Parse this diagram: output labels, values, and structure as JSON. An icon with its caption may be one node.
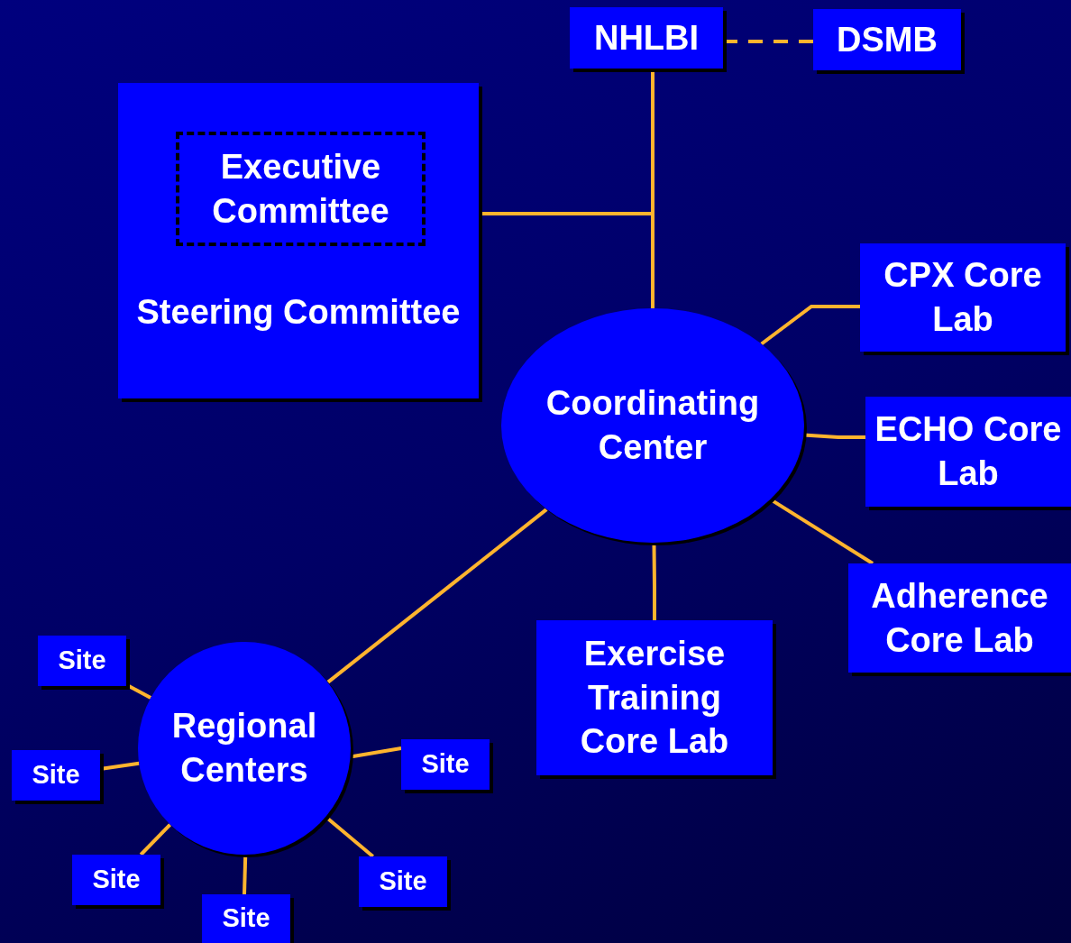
{
  "diagram": {
    "nodes": [
      {
        "text": [
          "NHLBI"
        ]
      },
      {
        "text": [
          "DSMB"
        ]
      },
      {
        "text": [
          "Steering Committee"
        ]
      },
      {
        "text": [
          "Executive Committee"
        ],
        "in": 2
      },
      {
        "text": [
          "CPX Core Lab"
        ]
      },
      {
        "text": [
          "Coordinating Center"
        ]
      },
      {
        "text": [
          "ECHO Core Lab"
        ]
      },
      {
        "text": [
          "Adherence Core Lab"
        ]
      },
      {
        "text": [
          "Exercise Training Core Lab"
        ]
      },
      {
        "text": [
          "Regional Centers"
        ]
      },
      {
        "text": [
          "Site"
        ]
      },
      {
        "text": [
          "Site"
        ]
      },
      {
        "text": [
          "Site"
        ]
      },
      {
        "text": [
          "Site"
        ]
      },
      {
        "text": [
          "Site"
        ]
      },
      {
        "text": [
          "Site"
        ]
      }
    ],
    "edges": [
      {
        "from": 0,
        "to": 1,
        "arrow": "none",
        "style": "dashed"
      },
      {
        "from": 0,
        "to": 5,
        "arrow": "none"
      },
      {
        "from": 2,
        "to": 0,
        "arrow": "none"
      },
      {
        "from": 2,
        "to": 5,
        "arrow": "none"
      },
      {
        "from": 5,
        "to": 4,
        "arrow": "none"
      },
      {
        "from": 5,
        "to": 6,
        "arrow": "none"
      },
      {
        "from": 5,
        "to": 7,
        "arrow": "none"
      },
      {
        "from": 5,
        "to": 8,
        "arrow": "none"
      },
      {
        "from": 5,
        "to": 9,
        "arrow": "none"
      },
      {
        "from": 9,
        "to": 10,
        "arrow": "none"
      },
      {
        "from": 9,
        "to": 11,
        "arrow": "none"
      },
      {
        "from": 9,
        "to": 12,
        "arrow": "none"
      },
      {
        "from": 9,
        "to": 13,
        "arrow": "none"
      },
      {
        "from": 9,
        "to": 14,
        "arrow": "none"
      },
      {
        "from": 9,
        "to": 15,
        "arrow": "none"
      }
    ]
  }
}
